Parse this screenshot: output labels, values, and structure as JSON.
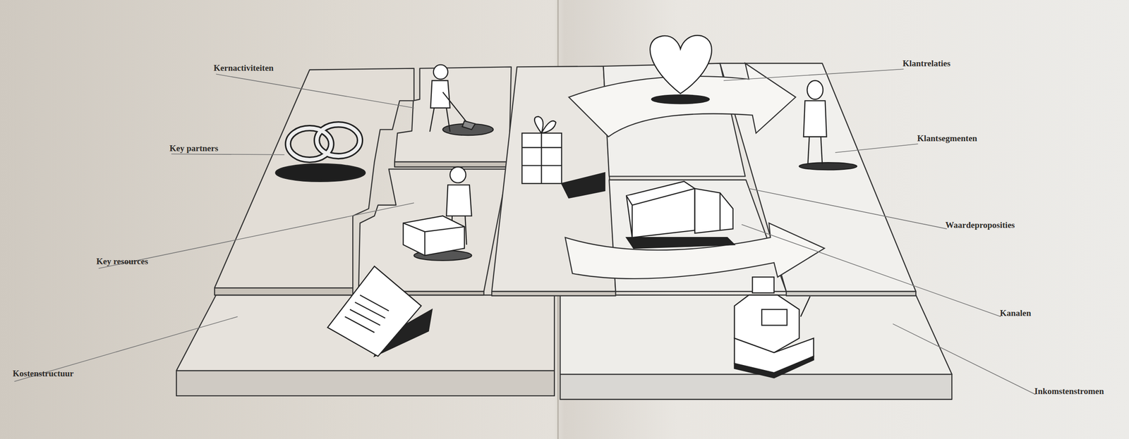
{
  "diagram": {
    "labels": [
      "Kernactiviteiten",
      "Key partners",
      "Key resources",
      "Kostenstructuur",
      "Klantrelaties",
      "Klantsegmenten",
      "Waardeproposities",
      "Kanalen",
      "Inkomstenstromen"
    ]
  }
}
